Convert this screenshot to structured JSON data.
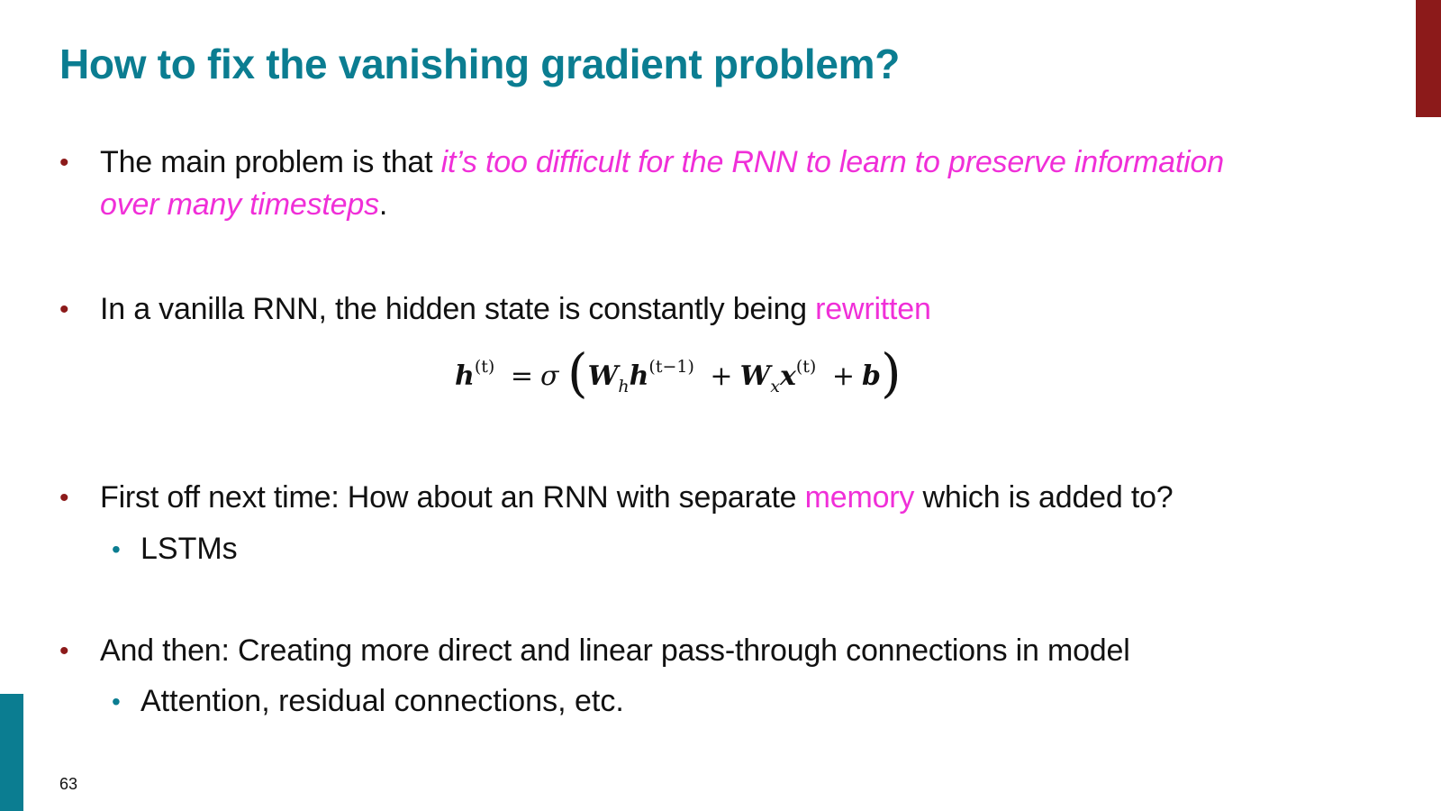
{
  "slide": {
    "title": "How to fix the vanishing gradient problem?",
    "page_number": "63",
    "accent_colors": {
      "title": "#0b7d91",
      "bullet": "#8c1a1a",
      "highlight": "#f02fd8",
      "top_bar": "#8c1a1a",
      "bottom_bar": "#0b7d91"
    },
    "bullets": [
      {
        "before": "The main problem is that ",
        "highlight_line1": "it’s too difficult for the RNN to learn to preserve information",
        "highlight_line2": "over many timesteps",
        "after": "."
      },
      {
        "before": "In a vanilla RNN, the hidden state is constantly being ",
        "highlight": "rewritten"
      },
      {
        "before": "First off next time: How about an RNN with separate ",
        "highlight": "memory",
        "after": " which is added to?",
        "sub": "LSTMs"
      },
      {
        "text": "And then: Creating more direct and linear pass-through connections in model",
        "sub": "Attention, residual connections, etc."
      }
    ],
    "equation": {
      "lhs": "h",
      "lhs_sup": "(t)",
      "equals": "=",
      "sigma": "σ",
      "open_paren": "(",
      "w_h": "W",
      "w_h_sub": "h",
      "h_prev": "h",
      "h_prev_sup": "(t−1)",
      "plus1": "+",
      "w_x": "W",
      "w_x_sub": "x",
      "x": "x",
      "x_sup": "(t)",
      "plus2": "+",
      "b": "b",
      "close_paren": ")"
    }
  }
}
